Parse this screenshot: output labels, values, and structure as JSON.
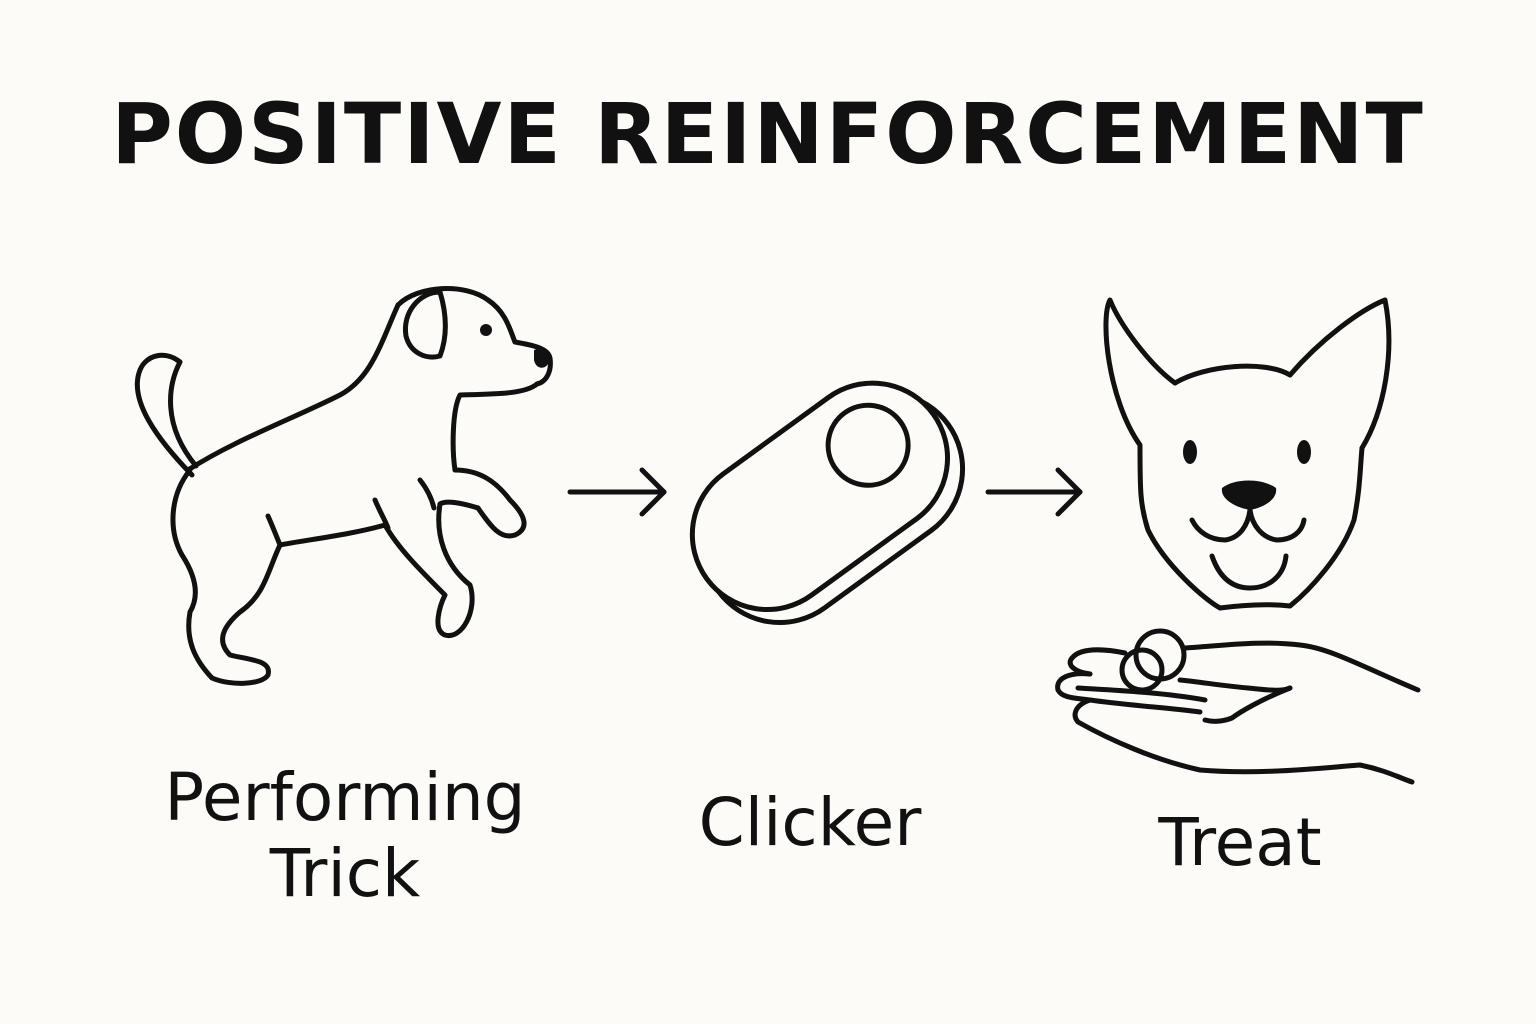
{
  "title": "POSITIVE REINFORCEMENT",
  "steps": [
    {
      "label": "Performing Trick",
      "icon": "dog-icon"
    },
    {
      "label": "Clicker",
      "icon": "clicker-icon"
    },
    {
      "label": "Treat",
      "icon": "dog-face-icon"
    }
  ],
  "extra_icons": [
    "hand-with-treat-icon"
  ],
  "connectors": [
    "arrow-right-icon",
    "arrow-right-icon"
  ],
  "colors": {
    "background": "#fcfbf7",
    "ink": "#111111"
  }
}
